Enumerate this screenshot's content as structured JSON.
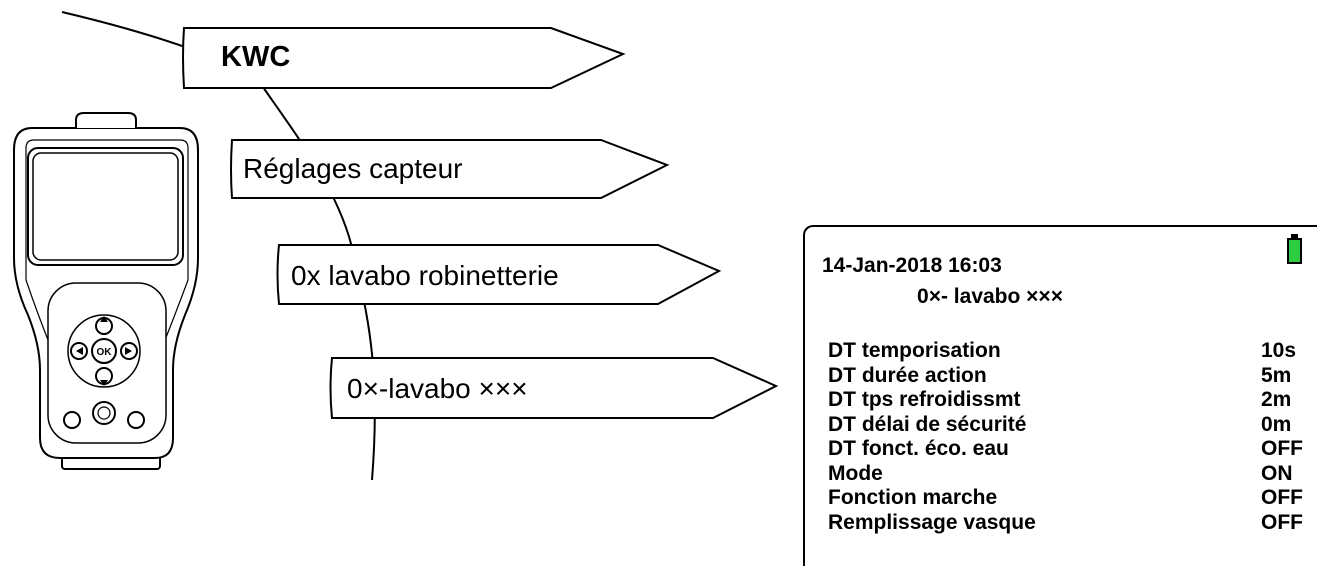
{
  "menu": {
    "level_1": "KWC",
    "level_2": "Réglages capteur",
    "level_3": "0x lavabo robinetterie",
    "level_4": "0×-lavabo ×××"
  },
  "screen": {
    "datetime": "14-Jan-2018 16:03",
    "device_name": "0×- lavabo ×××",
    "battery_color": "#2ecc40",
    "params": [
      {
        "label": "DT temporisation",
        "value": "10s"
      },
      {
        "label": "DT durée action",
        "value": "5m"
      },
      {
        "label": "DT tps refroidissmt",
        "value": "2m"
      },
      {
        "label": "DT délai de sécurité",
        "value": "0m"
      },
      {
        "label": "DT fonct. éco. eau",
        "value": "OFF"
      },
      {
        "label": "Mode",
        "value": "ON"
      },
      {
        "label": "Fonction marche",
        "value": "OFF"
      },
      {
        "label": "Remplissage vasque",
        "value": "OFF"
      }
    ]
  }
}
